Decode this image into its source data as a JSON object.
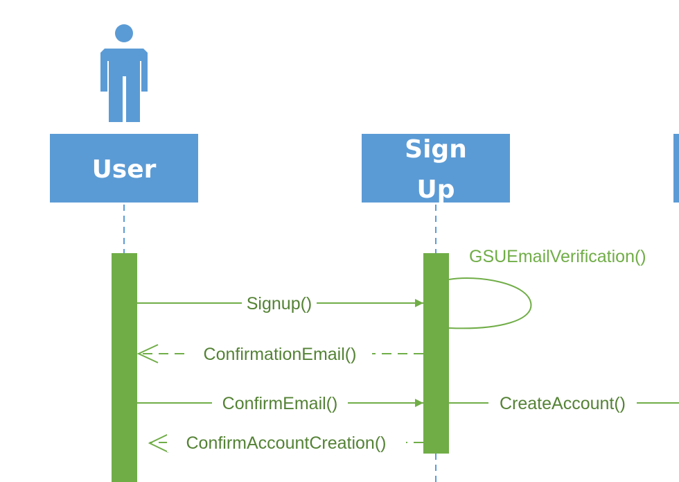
{
  "colors": {
    "lifeline_box": "#5b9bd5",
    "activation": "#70ad47",
    "message_text": "#548235",
    "white": "#ffffff"
  },
  "actor": {
    "icon": "person-icon"
  },
  "lifelines": {
    "user": {
      "label": "User"
    },
    "signup": {
      "label_line1": "Sign",
      "label_line2": "Up"
    }
  },
  "messages": {
    "gsu_email_verification": "GSUEmailVerification()",
    "signup": "Signup()",
    "confirmation_email": "ConfirmationEmail()",
    "confirm_email": "ConfirmEmail()",
    "create_account": "CreateAccount()",
    "confirm_account_creation": "ConfirmAccountCreation()"
  }
}
